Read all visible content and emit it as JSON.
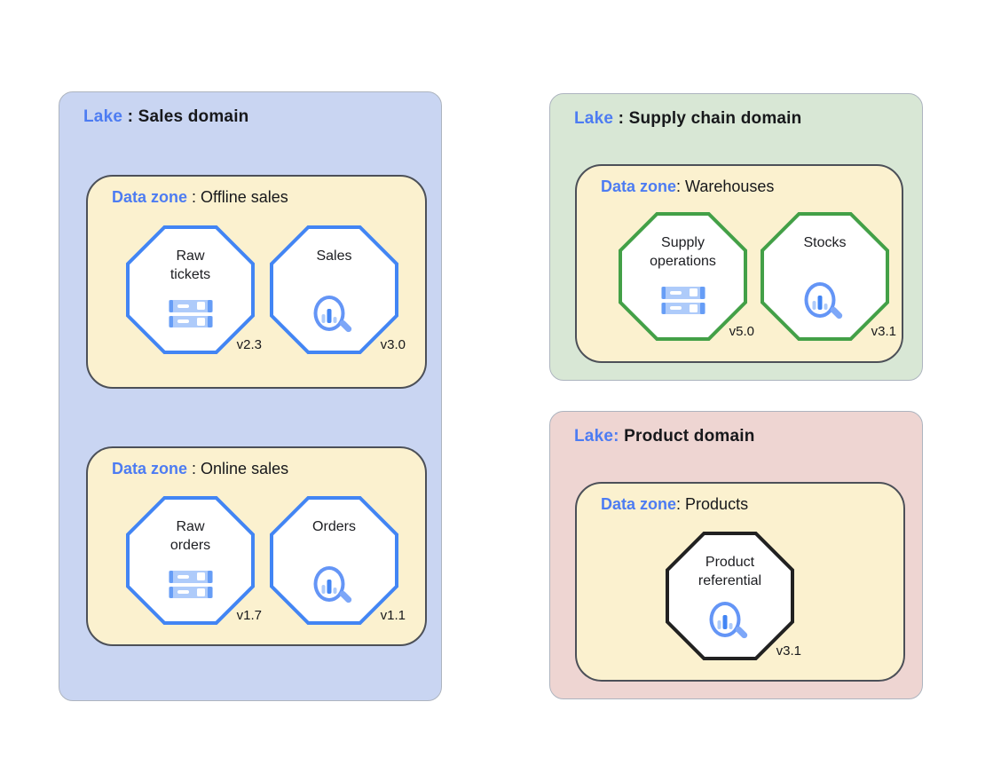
{
  "colors": {
    "lake_blue_bg": "#c9d5f2",
    "lake_green_bg": "#d8e7d5",
    "lake_pink_bg": "#eed5d2",
    "zone_yellow_bg": "#fbf1cf",
    "accent_blue_text": "#4d7cf2",
    "octagon_blue": "#4285f4",
    "octagon_green": "#43a047",
    "octagon_black": "#212121",
    "icon_light_blue": "#aecbfa",
    "icon_mid_blue": "#669df6",
    "icon_dark_blue": "#4285f4",
    "icon_ring_blue": "#6495f6",
    "icon_handle_blue": "#7da7f8"
  },
  "lakes": [
    {
      "name": "Sales domain",
      "label_blue": "Lake",
      "label_black": " : Sales domain",
      "zones": [
        {
          "name": "Offline sales",
          "label_blue": "Data zone",
          "label_black": " : Offline sales",
          "octagons": [
            {
              "label": "Raw\ntickets",
              "version": "v2.3",
              "icon": "server",
              "border": "blue"
            },
            {
              "label": "Sales",
              "version": "v3.0",
              "icon": "search-analytics",
              "border": "blue"
            }
          ]
        },
        {
          "name": "Online sales",
          "label_blue": "Data zone",
          "label_black": " : Online sales",
          "octagons": [
            {
              "label": "Raw\norders",
              "version": "v1.7",
              "icon": "server",
              "border": "blue"
            },
            {
              "label": "Orders",
              "version": "v1.1",
              "icon": "search-analytics",
              "border": "blue"
            }
          ]
        }
      ]
    },
    {
      "name": "Supply chain domain",
      "label_blue": "Lake",
      "label_black": " : Supply chain domain",
      "zones": [
        {
          "name": "Warehouses",
          "label_blue": "Data zone",
          "label_black": ": Warehouses",
          "octagons": [
            {
              "label": "Supply\noperations",
              "version": "v5.0",
              "icon": "server",
              "border": "green"
            },
            {
              "label": "Stocks",
              "version": "v3.1",
              "icon": "search-analytics",
              "border": "green"
            }
          ]
        }
      ]
    },
    {
      "name": "Product domain",
      "label_blue": "Lake:",
      "label_black": " Product domain",
      "zones": [
        {
          "name": "Products",
          "label_blue": "Data zone",
          "label_black": ": Products",
          "octagons": [
            {
              "label": "Product\nreferential",
              "version": "v3.1",
              "icon": "search-analytics",
              "border": "black"
            }
          ]
        }
      ]
    }
  ]
}
